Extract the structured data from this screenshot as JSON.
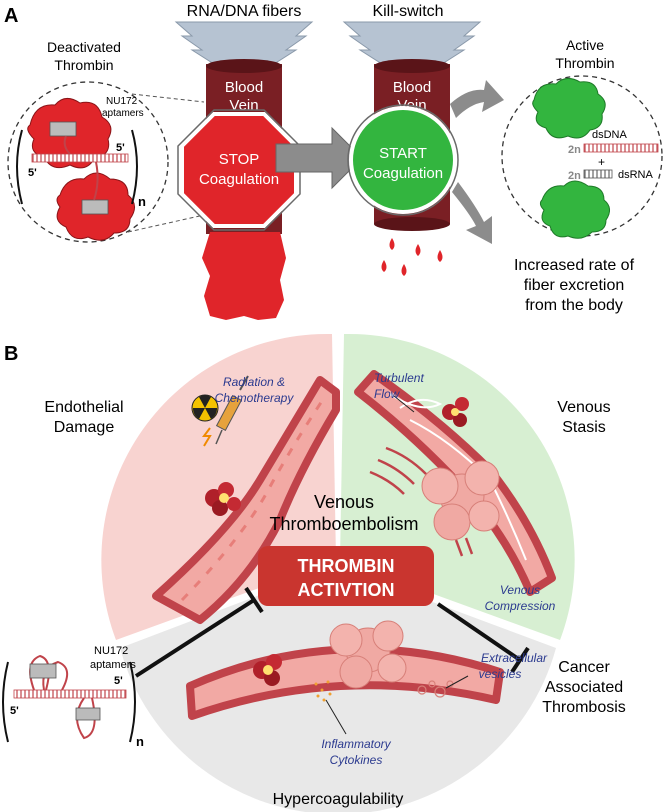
{
  "panel_a": {
    "label": "A",
    "fibers_title": "RNA/DNA fibers",
    "killswitch_title": "Kill-switch",
    "deactivated_line1": "Deactivated",
    "deactivated_line2": "Thrombin",
    "active_line1": "Active",
    "active_line2": "Thrombin",
    "aptamer_line1": "NU172",
    "aptamer_line2": "aptamers",
    "five_prime_top": "5'",
    "five_prime_bottom": "5'",
    "n_sub": "n",
    "blood_line1": "Blood",
    "vein_line1": "Vein",
    "blood_line2": "Blood",
    "vein_line2": "Vein",
    "stop_line1": "STOP",
    "stop_line2": "Coagulation",
    "start_line1": "START",
    "start_line2": "Coagulation",
    "dsdna": "dsDNA",
    "dsrna": "dsRNA",
    "two_n_top": "2n",
    "two_n_bottom": "2n",
    "plus": "+",
    "excretion_line1": "Increased rate of",
    "excretion_line2": "fiber excretion",
    "excretion_line3": "from the body"
  },
  "panel_b": {
    "label": "B",
    "endothelial_line1": "Endothelial",
    "endothelial_line2": "Damage",
    "radiation_line1": "Radiation &",
    "radiation_line2": "Chemotherapy",
    "turbulent_line1": "Turbulent",
    "turbulent_line2": "Flow",
    "venous_stasis_line1": "Venous",
    "venous_stasis_line2": "Stasis",
    "vte_line1": "Venous",
    "vte_line2": "Thromboembolism",
    "thrombin_line1": "THROMBIN",
    "thrombin_line2": "ACTIVTION",
    "venous_compression_line1": "Venous",
    "venous_compression_line2": "Compression",
    "aptamer_line1": "NU172",
    "aptamer_line2": "aptamers",
    "five_prime_top": "5'",
    "five_prime_bottom": "5'",
    "n_sub": "n",
    "extracellular_line1": "Extracellular",
    "extracellular_line2": "vesicles",
    "inflammatory_line1": "Inflammatory",
    "inflammatory_line2": "Cytokines",
    "cancer_line1": "Cancer",
    "cancer_line2": "Associated",
    "cancer_line3": "Thrombosis",
    "hypercoag": "Hypercoagulability"
  },
  "colors": {
    "thrombin_red": "#e0252a",
    "active_green": "#33b53f",
    "vein_dark": "#7a1f24",
    "vessel_wall": "#c0434a",
    "pink_sector": "#f8d3d0",
    "green_sector": "#d7efd2",
    "grey_sector": "#e8e8e8",
    "label_blue": "#2b3a8f",
    "arrow_grey": "#8c8c8c"
  }
}
